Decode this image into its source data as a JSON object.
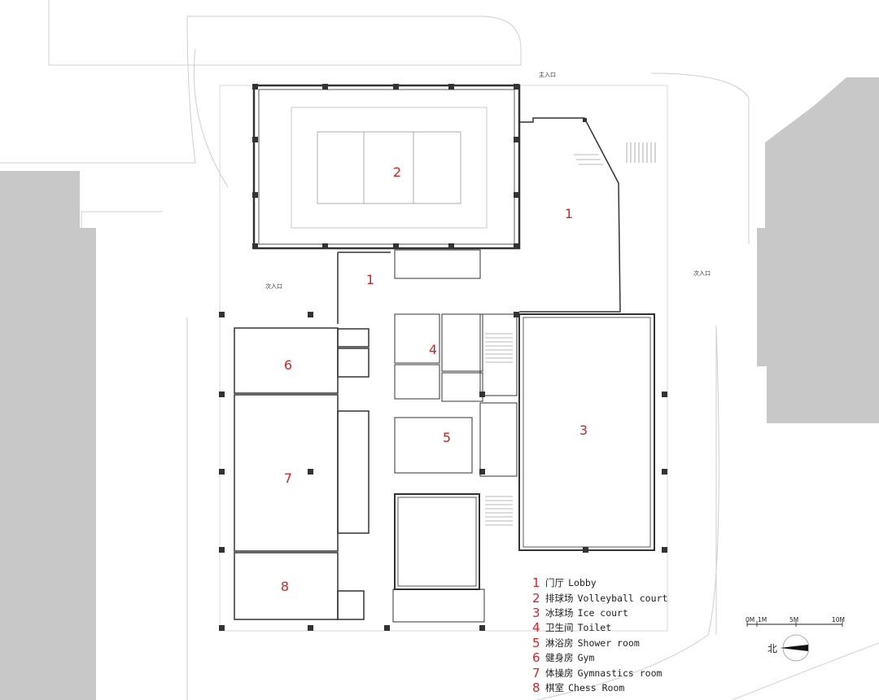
{
  "rooms": [
    {
      "num": "1",
      "cn": "门厅",
      "en": "Lobby"
    },
    {
      "num": "2",
      "cn": "排球场",
      "en": "Volleyball court"
    },
    {
      "num": "3",
      "cn": "冰球场",
      "en": "Ice court"
    },
    {
      "num": "4",
      "cn": "卫生间",
      "en": "Toilet"
    },
    {
      "num": "5",
      "cn": "淋浴房",
      "en": "Shower room"
    },
    {
      "num": "6",
      "cn": "健身房",
      "en": "Gym"
    },
    {
      "num": "7",
      "cn": "体操房",
      "en": "Gymnastics room"
    },
    {
      "num": "8",
      "cn": "棋室",
      "en": "Chess Room"
    }
  ],
  "plan_labels": {
    "lobby_a": "1",
    "lobby_b": "1",
    "volleyball": "2",
    "ice": "3",
    "toilet": "4",
    "shower": "5",
    "gym": "6",
    "gymnastics": "7",
    "chess": "8"
  },
  "entrances": {
    "main": "主入口",
    "secondary_left": "次入口",
    "secondary_right": "次入口"
  },
  "scale_bar": {
    "zero": "0M",
    "one": "1M",
    "five": "5M",
    "ten": "10M"
  },
  "north_label": "北",
  "colors": {
    "label_red": "#e02020",
    "wall": "#333333",
    "context_gray": "#c8c8c8"
  }
}
